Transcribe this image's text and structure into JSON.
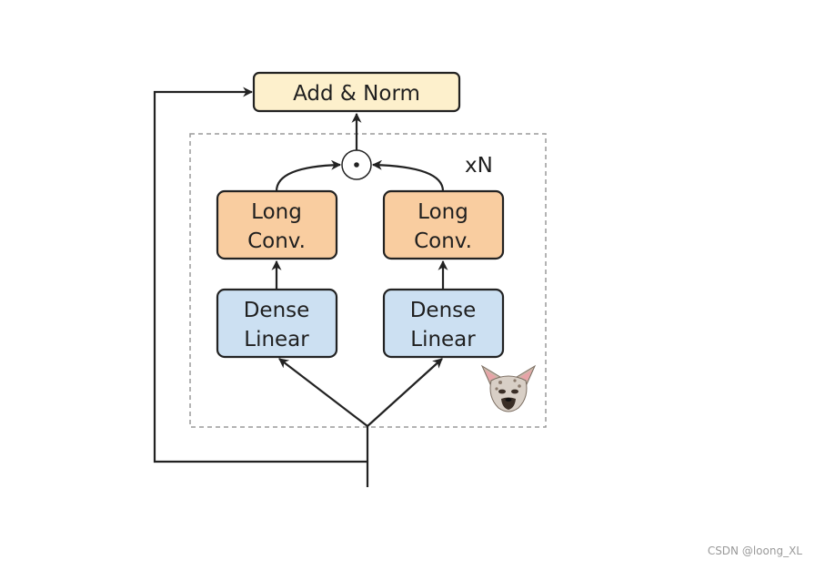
{
  "diagram": {
    "add_norm": {
      "label": "Add & Norm",
      "fill": "#FDF0CC"
    },
    "repeat_label": "xN",
    "branches": [
      {
        "conv_label_1": "Long",
        "conv_label_2": "Conv.",
        "linear_label_1": "Dense",
        "linear_label_2": "Linear"
      },
      {
        "conv_label_1": "Long",
        "conv_label_2": "Conv.",
        "linear_label_1": "Dense",
        "linear_label_2": "Linear"
      }
    ],
    "colors": {
      "conv_fill": "#F9CDA0",
      "linear_fill": "#CCE0F2",
      "stroke": "#222222",
      "dashed_border": "#9A9A9A"
    },
    "operator_symbol": "elementwise-product",
    "mascot_icon": "hyena-face-icon"
  },
  "watermark": "CSDN @loong_XL"
}
